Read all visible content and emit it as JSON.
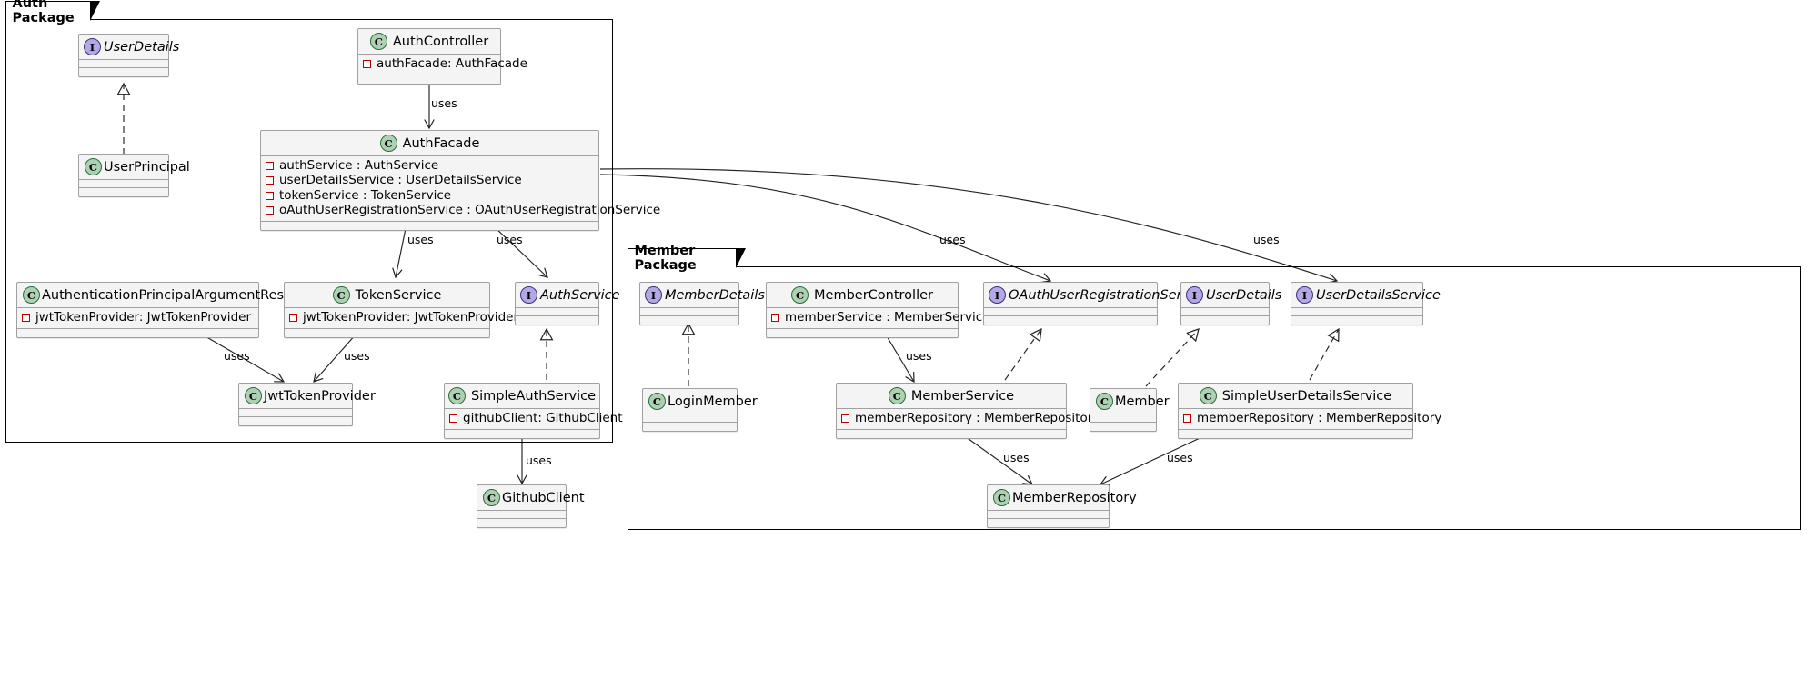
{
  "diagram": {
    "type": "uml-class-diagram",
    "packages": [
      {
        "id": "auth",
        "label": "Auth Package"
      },
      {
        "id": "member",
        "label": "Member Package"
      }
    ],
    "stereotypes": {
      "class": "C",
      "interface": "I"
    },
    "colors": {
      "class_badge": "#add1b2",
      "interface_badge": "#b4a7e5",
      "node_fill": "#f4f4f4",
      "node_border": "#a0a0a0",
      "private_marker": "#c00000",
      "edge": "#222222"
    },
    "relation_label": "uses",
    "nodes": [
      {
        "id": "userDetailsAuth",
        "package": "auth",
        "kind": "interface",
        "name": "UserDetails",
        "attributes": []
      },
      {
        "id": "userPrincipal",
        "package": "auth",
        "kind": "class",
        "name": "UserPrincipal",
        "attributes": []
      },
      {
        "id": "authController",
        "package": "auth",
        "kind": "class",
        "name": "AuthController",
        "attributes": [
          "authFacade: AuthFacade"
        ]
      },
      {
        "id": "authFacade",
        "package": "auth",
        "kind": "class",
        "name": "AuthFacade",
        "attributes": [
          "authService : AuthService",
          "userDetailsService : UserDetailsService",
          "tokenService : TokenService",
          "oAuthUserRegistrationService : OAuthUserRegistrationService"
        ]
      },
      {
        "id": "apar",
        "package": "auth",
        "kind": "class",
        "name": "AuthenticationPrincipalArgumentResolver",
        "attributes": [
          "jwtTokenProvider: JwtTokenProvider"
        ]
      },
      {
        "id": "tokenService",
        "package": "auth",
        "kind": "class",
        "name": "TokenService",
        "attributes": [
          "jwtTokenProvider: JwtTokenProvider"
        ]
      },
      {
        "id": "authService",
        "package": "auth",
        "kind": "interface",
        "name": "AuthService",
        "attributes": []
      },
      {
        "id": "jwtTokenProvider",
        "package": "auth",
        "kind": "class",
        "name": "JwtTokenProvider",
        "attributes": []
      },
      {
        "id": "simpleAuthService",
        "package": "auth",
        "kind": "class",
        "name": "SimpleAuthService",
        "attributes": [
          "githubClient: GithubClient"
        ]
      },
      {
        "id": "githubClient",
        "package": "none",
        "kind": "class",
        "name": "GithubClient",
        "attributes": []
      },
      {
        "id": "memberDetails",
        "package": "member",
        "kind": "interface",
        "name": "MemberDetails",
        "attributes": []
      },
      {
        "id": "loginMember",
        "package": "member",
        "kind": "class",
        "name": "LoginMember",
        "attributes": []
      },
      {
        "id": "memberController",
        "package": "member",
        "kind": "class",
        "name": "MemberController",
        "attributes": [
          "memberService : MemberService"
        ]
      },
      {
        "id": "oauthReg",
        "package": "member",
        "kind": "interface",
        "name": "OAuthUserRegistrationService",
        "attributes": []
      },
      {
        "id": "userDetailsMember",
        "package": "member",
        "kind": "interface",
        "name": "UserDetails",
        "attributes": []
      },
      {
        "id": "userDetailsService",
        "package": "member",
        "kind": "interface",
        "name": "UserDetailsService",
        "attributes": []
      },
      {
        "id": "memberService",
        "package": "member",
        "kind": "class",
        "name": "MemberService",
        "attributes": [
          "memberRepository : MemberRepository"
        ]
      },
      {
        "id": "member",
        "package": "member",
        "kind": "class",
        "name": "Member",
        "attributes": []
      },
      {
        "id": "simpleUDS",
        "package": "member",
        "kind": "class",
        "name": "SimpleUserDetailsService",
        "attributes": [
          "memberRepository : MemberRepository"
        ]
      },
      {
        "id": "memberRepository",
        "package": "member",
        "kind": "class",
        "name": "MemberRepository",
        "attributes": []
      }
    ],
    "edges": [
      {
        "from": "userPrincipal",
        "to": "userDetailsAuth",
        "kind": "realization",
        "label": ""
      },
      {
        "from": "authController",
        "to": "authFacade",
        "kind": "dependency",
        "label": "uses"
      },
      {
        "from": "authFacade",
        "to": "tokenService",
        "kind": "dependency",
        "label": "uses"
      },
      {
        "from": "authFacade",
        "to": "authService",
        "kind": "dependency",
        "label": "uses"
      },
      {
        "from": "authFacade",
        "to": "oauthReg",
        "kind": "dependency",
        "label": "uses"
      },
      {
        "from": "authFacade",
        "to": "userDetailsService",
        "kind": "dependency",
        "label": "uses"
      },
      {
        "from": "apar",
        "to": "jwtTokenProvider",
        "kind": "dependency",
        "label": "uses"
      },
      {
        "from": "tokenService",
        "to": "jwtTokenProvider",
        "kind": "dependency",
        "label": "uses"
      },
      {
        "from": "simpleAuthService",
        "to": "authService",
        "kind": "realization",
        "label": ""
      },
      {
        "from": "simpleAuthService",
        "to": "githubClient",
        "kind": "dependency",
        "label": "uses"
      },
      {
        "from": "loginMember",
        "to": "memberDetails",
        "kind": "realization",
        "label": ""
      },
      {
        "from": "memberController",
        "to": "memberService",
        "kind": "dependency",
        "label": "uses"
      },
      {
        "from": "memberService",
        "to": "oauthReg",
        "kind": "realization",
        "label": ""
      },
      {
        "from": "memberService",
        "to": "memberRepository",
        "kind": "dependency",
        "label": "uses"
      },
      {
        "from": "member",
        "to": "userDetailsMember",
        "kind": "realization",
        "label": ""
      },
      {
        "from": "simpleUDS",
        "to": "userDetailsService",
        "kind": "realization",
        "label": ""
      },
      {
        "from": "simpleUDS",
        "to": "memberRepository",
        "kind": "dependency",
        "label": "uses"
      }
    ],
    "edge_labels": [
      {
        "id": "l1",
        "text": "uses"
      },
      {
        "id": "l2",
        "text": "uses"
      },
      {
        "id": "l3",
        "text": "uses"
      },
      {
        "id": "l4",
        "text": "uses"
      },
      {
        "id": "l5",
        "text": "uses"
      },
      {
        "id": "l6",
        "text": "uses"
      },
      {
        "id": "l7",
        "text": "uses"
      },
      {
        "id": "l8",
        "text": "uses"
      },
      {
        "id": "l9",
        "text": "uses"
      },
      {
        "id": "l10",
        "text": "uses"
      },
      {
        "id": "l11",
        "text": "uses"
      }
    ]
  }
}
